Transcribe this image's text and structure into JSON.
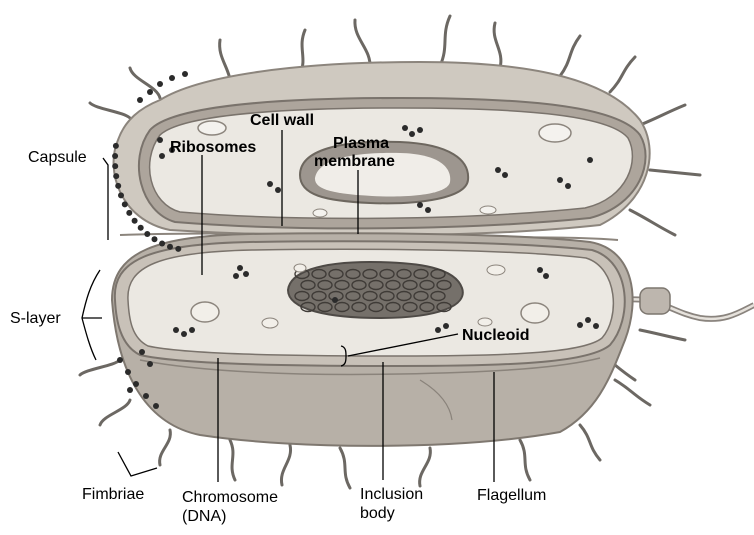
{
  "labels": {
    "capsule": "Capsule",
    "ribosomes": "Ribosomes",
    "cell_wall": "Cell wall",
    "plasma_membrane_line1": "Plasma",
    "plasma_membrane_line2": "membrane",
    "s_layer": "S-layer",
    "nucleoid": "Nucleoid",
    "fimbriae": "Fimbriae",
    "chromosome_line1": "Chromosome",
    "chromosome_line2": "(DNA)",
    "inclusion_body_line1": "Inclusion",
    "inclusion_body_line2": "body",
    "flagellum": "Flagellum"
  },
  "colors": {
    "capsule_surface": "#c9c2b8",
    "cell_wall": "#a9a199",
    "cytoplasm": "#e9e6e0",
    "nucleoid": "#6f6964",
    "ribosome": "#2b2b2b",
    "fimbriae": "#6c6863",
    "inner_lining": "#857f79"
  }
}
